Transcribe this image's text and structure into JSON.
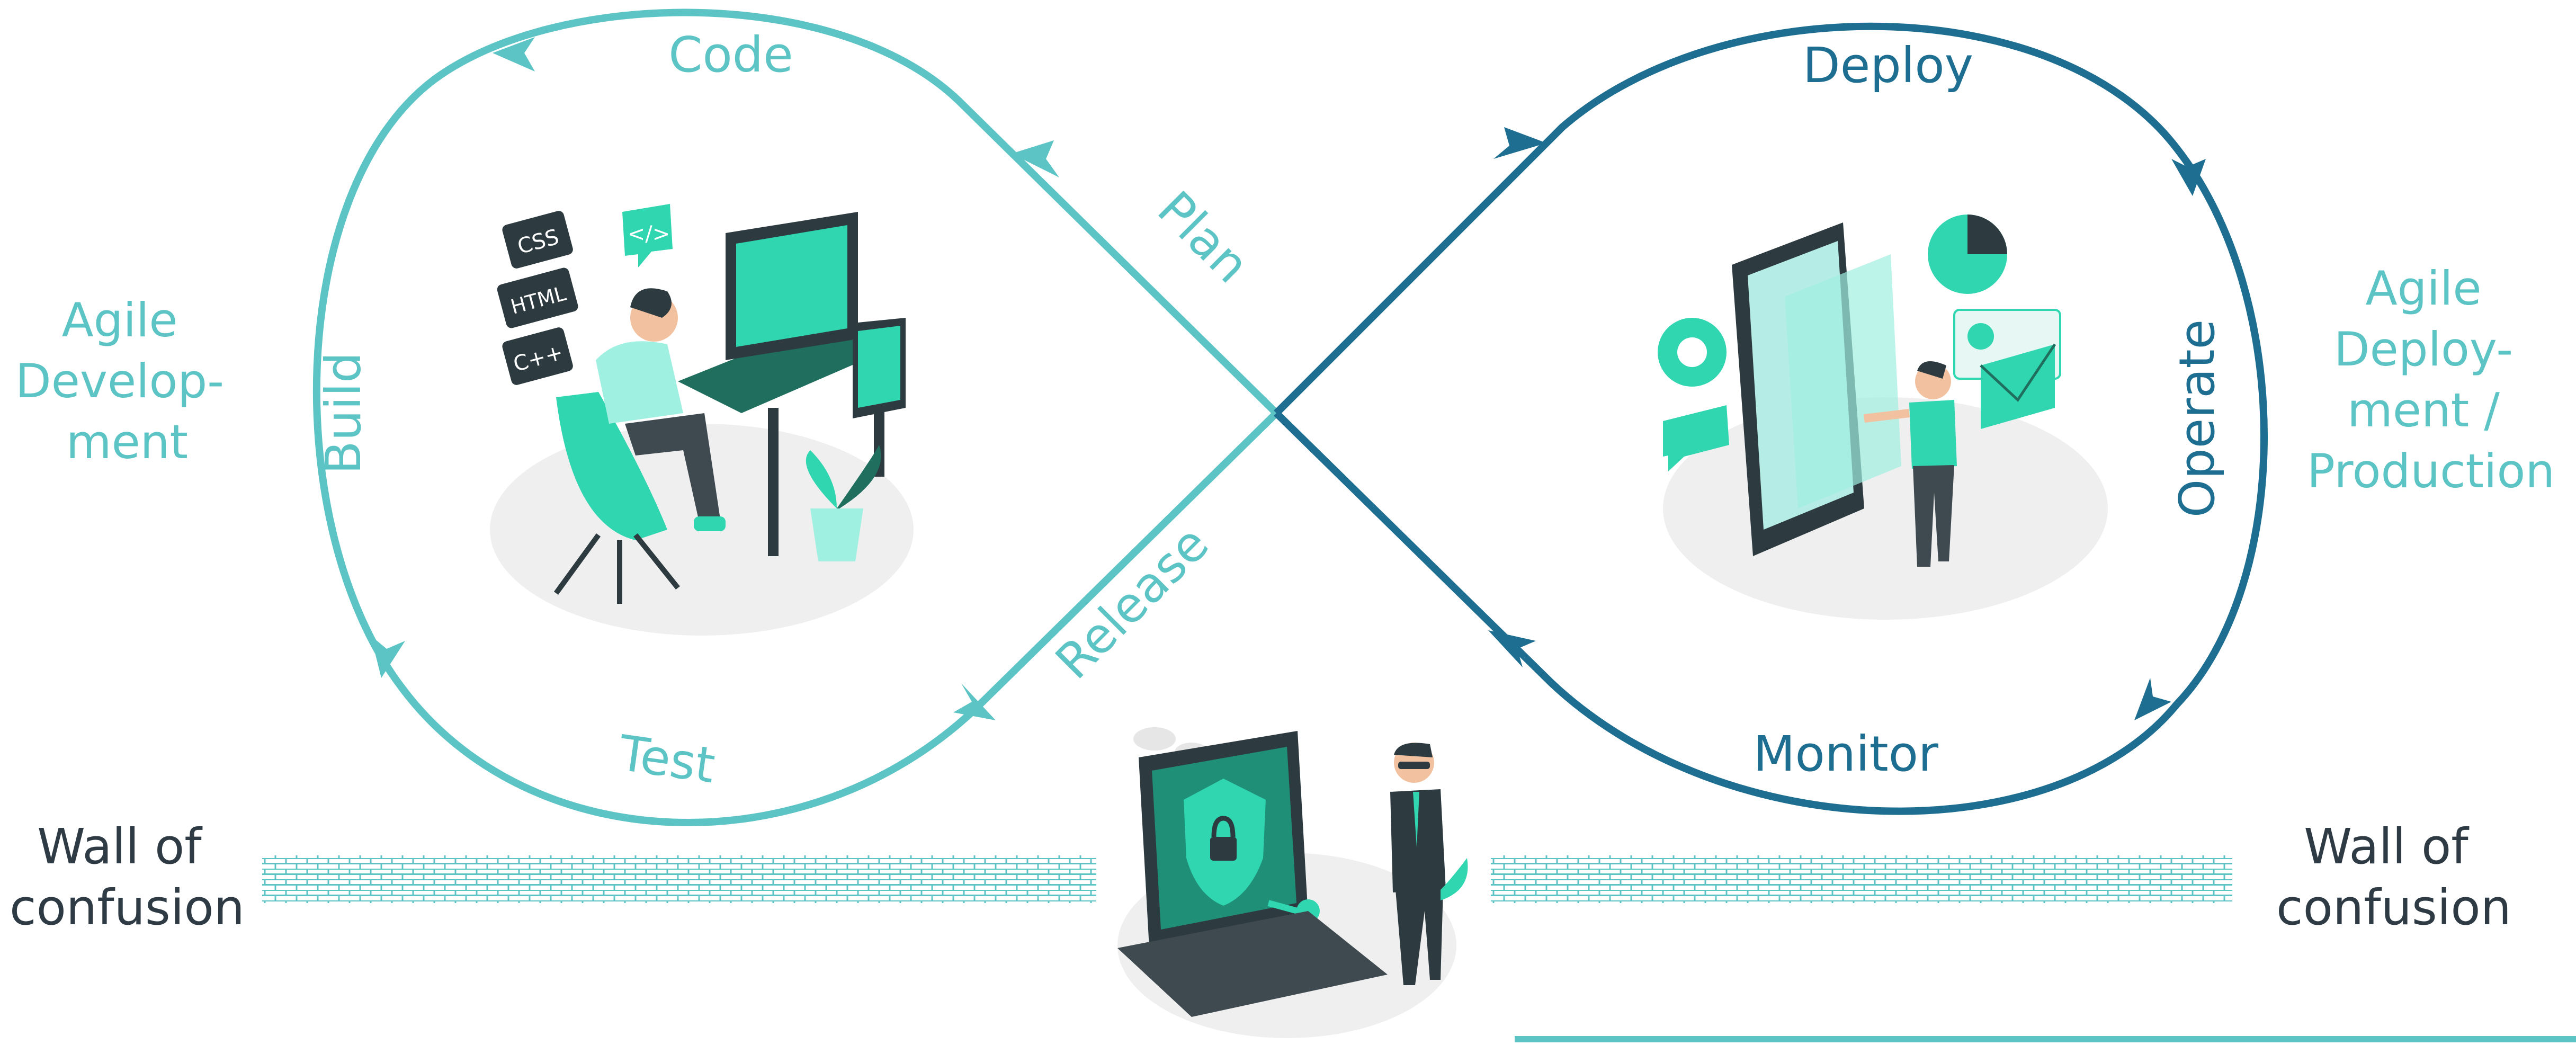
{
  "colors": {
    "light_teal": "#5cc4c4",
    "dark_blue": "#1d6e91",
    "text_dark": "#2e3a44",
    "illustration_green": "#2fd6b0",
    "illustration_dark": "#2d3b40"
  },
  "dev_loop": {
    "stages": {
      "code": "Code",
      "plan": "Plan",
      "build": "Build",
      "test": "Test",
      "release": "Release"
    },
    "side_label": [
      "Agile",
      "Develop-",
      "ment"
    ]
  },
  "ops_loop": {
    "stages": {
      "deploy": "Deploy",
      "operate": "Operate",
      "monitor": "Monitor"
    },
    "side_label": [
      "Agile",
      "Deploy-",
      "ment /",
      "Production"
    ]
  },
  "walls": {
    "left": [
      "Wall of",
      "confusion"
    ],
    "right": [
      "Wall of",
      "confusion"
    ]
  },
  "illustrations": {
    "dev": "developer-at-desk-icon",
    "ops": "tablet-deployment-icon",
    "security": "laptop-security-guard-icon"
  }
}
